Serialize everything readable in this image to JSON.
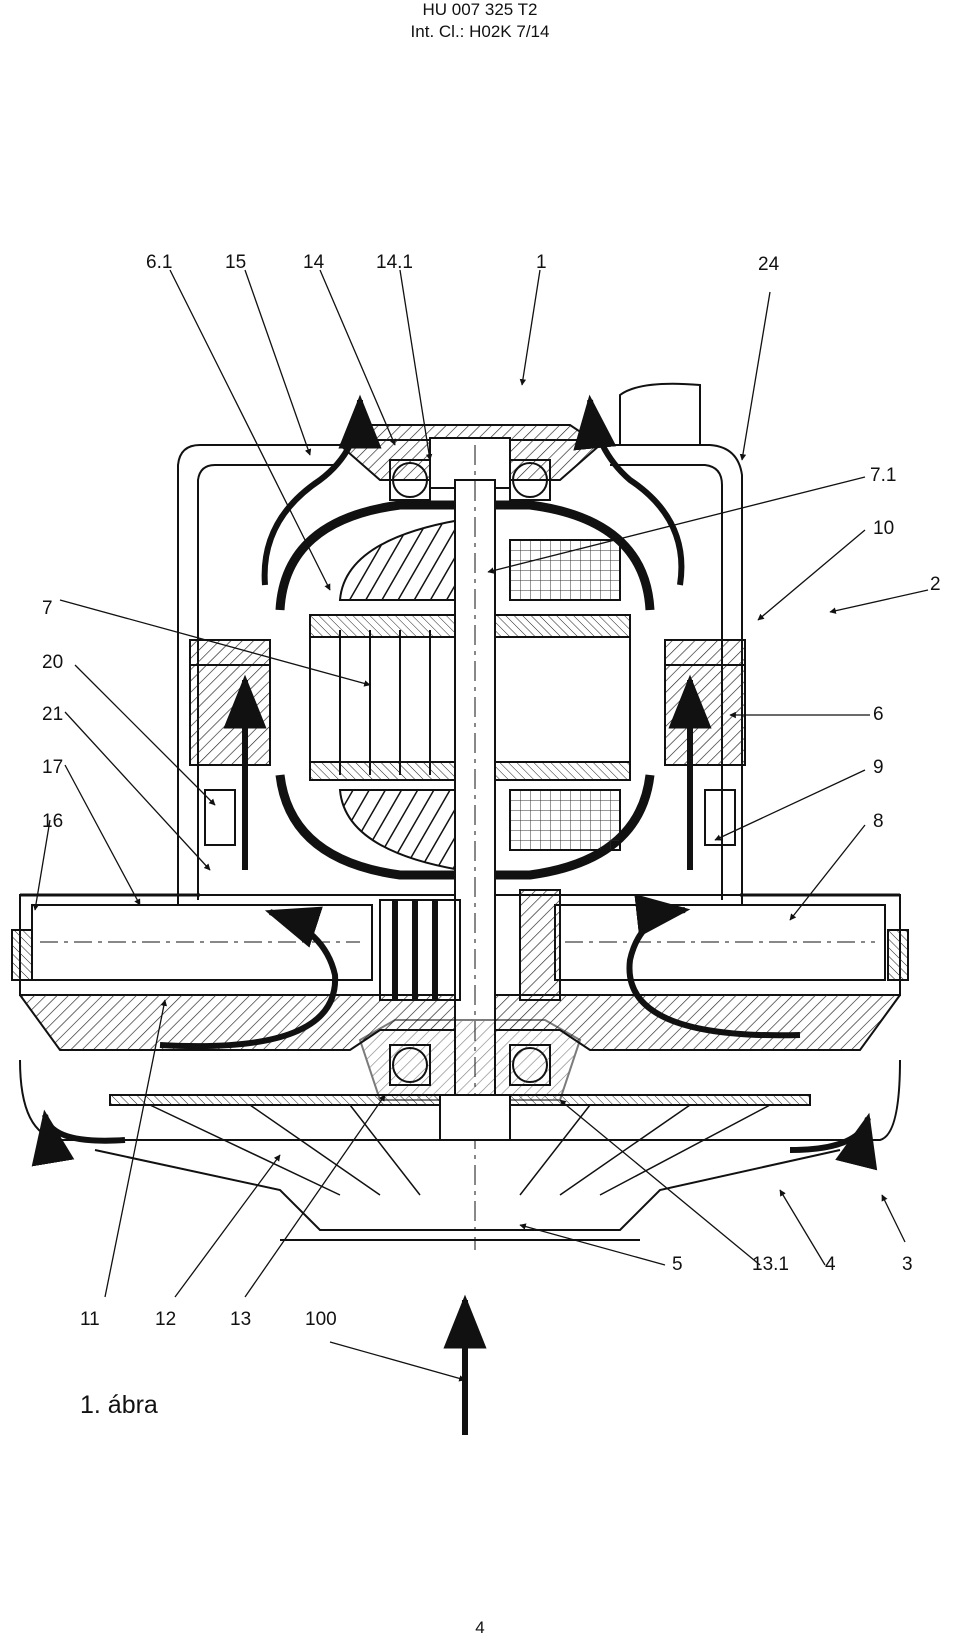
{
  "header": {
    "doc_number": "HU 007 325 T2",
    "classification": "Int. Cl.: H02K 7/14"
  },
  "reference_labels": [
    "6.1",
    "15",
    "14",
    "14.1",
    "1",
    "24",
    "7.1",
    "10",
    "2",
    "7",
    "20",
    "6",
    "21",
    "9",
    "17",
    "8",
    "16",
    "11",
    "12",
    "13",
    "100",
    "5",
    "13.1",
    "4",
    "3"
  ],
  "caption": "1. ábra",
  "page_number": "4"
}
